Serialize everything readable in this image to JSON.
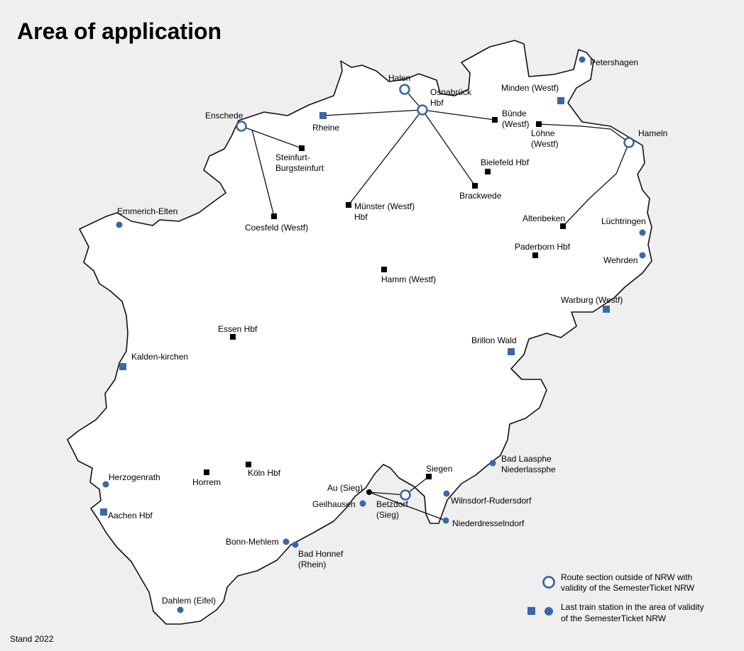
{
  "title": "Area of application",
  "footer": "Stand 2022",
  "colors": {
    "background": "#efefef",
    "land": "#ffffff",
    "border": "#111111",
    "blue": "#3b66ad",
    "black": "#000000"
  },
  "stations": [
    {
      "id": "halen",
      "type": "ring",
      "lines": [
        "Halen"
      ]
    },
    {
      "id": "osnabrueck",
      "type": "ring",
      "lines": [
        "Osnabrück",
        "Hbf"
      ]
    },
    {
      "id": "enschede",
      "type": "ring",
      "lines": [
        "Enschede"
      ]
    },
    {
      "id": "hameln",
      "type": "ring",
      "lines": [
        "Hameln"
      ]
    },
    {
      "id": "betzdorf",
      "type": "ring",
      "lines": [
        "Betzdorf",
        "(Sieg)"
      ]
    },
    {
      "id": "rheine",
      "type": "blue-square",
      "lines": [
        "Rheine"
      ]
    },
    {
      "id": "minden",
      "type": "blue-square",
      "lines": [
        "Minden (Westf)"
      ]
    },
    {
      "id": "warburg",
      "type": "blue-square",
      "lines": [
        "Warburg (Westf)"
      ]
    },
    {
      "id": "brillon",
      "type": "blue-square",
      "lines": [
        "Brillon Wald"
      ]
    },
    {
      "id": "kaldenkirchen",
      "type": "blue-square",
      "lines": [
        "Kalden-kirchen"
      ]
    },
    {
      "id": "aachen",
      "type": "blue-square",
      "lines": [
        "Aachen Hbf"
      ]
    },
    {
      "id": "petershagen",
      "type": "blue-dot",
      "lines": [
        "Petershagen"
      ]
    },
    {
      "id": "luechtringen",
      "type": "blue-dot",
      "lines": [
        "Lüchtringen"
      ]
    },
    {
      "id": "wehrden",
      "type": "blue-dot",
      "lines": [
        "Wehrden"
      ]
    },
    {
      "id": "emmerich",
      "type": "blue-dot",
      "lines": [
        "Emmerich-Elten"
      ]
    },
    {
      "id": "herzogenrath",
      "type": "blue-dot",
      "lines": [
        "Herzogenrath"
      ]
    },
    {
      "id": "badlaasphe",
      "type": "blue-dot",
      "lines": [
        "Bad Laasphe",
        "Niederlassphe"
      ]
    },
    {
      "id": "wilnsdorf",
      "type": "blue-dot",
      "lines": [
        "Wilnsdorf-Rudersdorf"
      ]
    },
    {
      "id": "niederdresselndorf",
      "type": "blue-dot",
      "lines": [
        "Niederdresselndorf"
      ]
    },
    {
      "id": "geilhausen",
      "type": "blue-dot",
      "lines": [
        "Geilhausen"
      ]
    },
    {
      "id": "bonnmehlem",
      "type": "blue-dot",
      "lines": [
        "Bonn-Mehlem"
      ]
    },
    {
      "id": "badhonnef",
      "type": "blue-dot",
      "lines": [
        "Bad Honnef",
        "(Rhein)"
      ]
    },
    {
      "id": "dahlem",
      "type": "blue-dot",
      "lines": [
        "Dahlem (Eifel)"
      ]
    },
    {
      "id": "steinfurt",
      "type": "black-square",
      "lines": [
        "Steinfurt-",
        "Burgsteinfurt"
      ]
    },
    {
      "id": "coesfeld",
      "type": "black-square",
      "lines": [
        "Coesfeld (Westf)"
      ]
    },
    {
      "id": "muenster",
      "type": "black-square",
      "lines": [
        "Münster (Westf)",
        "Hbf"
      ]
    },
    {
      "id": "buende",
      "type": "black-square",
      "lines": [
        "Bünde",
        "(Westf)"
      ]
    },
    {
      "id": "loehne",
      "type": "black-square",
      "lines": [
        "Löhne",
        "(Westf)"
      ]
    },
    {
      "id": "bielefeld",
      "type": "black-square",
      "lines": [
        "Bielefeld Hbf"
      ]
    },
    {
      "id": "brackwede",
      "type": "black-square",
      "lines": [
        "Brackwede"
      ]
    },
    {
      "id": "altenbeken",
      "type": "black-square",
      "lines": [
        "Altenbeken"
      ]
    },
    {
      "id": "paderborn",
      "type": "black-square",
      "lines": [
        "Paderborn Hbf"
      ]
    },
    {
      "id": "hamm",
      "type": "black-square",
      "lines": [
        "Hamm (Westf)"
      ]
    },
    {
      "id": "essen",
      "type": "black-square",
      "lines": [
        "Essen Hbf"
      ]
    },
    {
      "id": "koeln",
      "type": "black-square",
      "lines": [
        "Köln Hbf"
      ]
    },
    {
      "id": "horrem",
      "type": "black-square",
      "lines": [
        "Horrem"
      ]
    },
    {
      "id": "siegen",
      "type": "black-square",
      "lines": [
        "Siegen"
      ]
    },
    {
      "id": "au",
      "type": "black-dot",
      "lines": [
        "Au (Sieg)"
      ]
    }
  ],
  "legend": [
    {
      "symbol": "ring",
      "lines": [
        "Route section outside of NRW with",
        "validity of the SemesterTicket NRW"
      ]
    },
    {
      "symbol": "blue-square-and-dot",
      "lines": [
        "Last train station in the area of validity",
        "of the SemesterTicket NRW"
      ]
    }
  ]
}
